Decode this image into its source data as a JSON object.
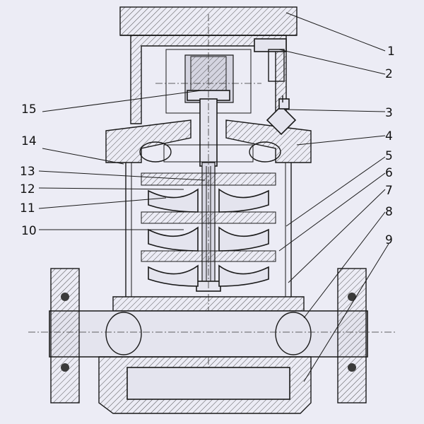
{
  "labels": {
    "l1": "1",
    "l2": "2",
    "l3": "3",
    "l4": "4",
    "l5": "5",
    "l6": "6",
    "l7": "7",
    "l8": "8",
    "l9": "9",
    "l10": "10",
    "l11": "11",
    "l12": "12",
    "l13": "13",
    "l14": "14",
    "l15": "15"
  },
  "colors": {
    "paper": "#ececf5",
    "ink": "#1a1a1a"
  }
}
